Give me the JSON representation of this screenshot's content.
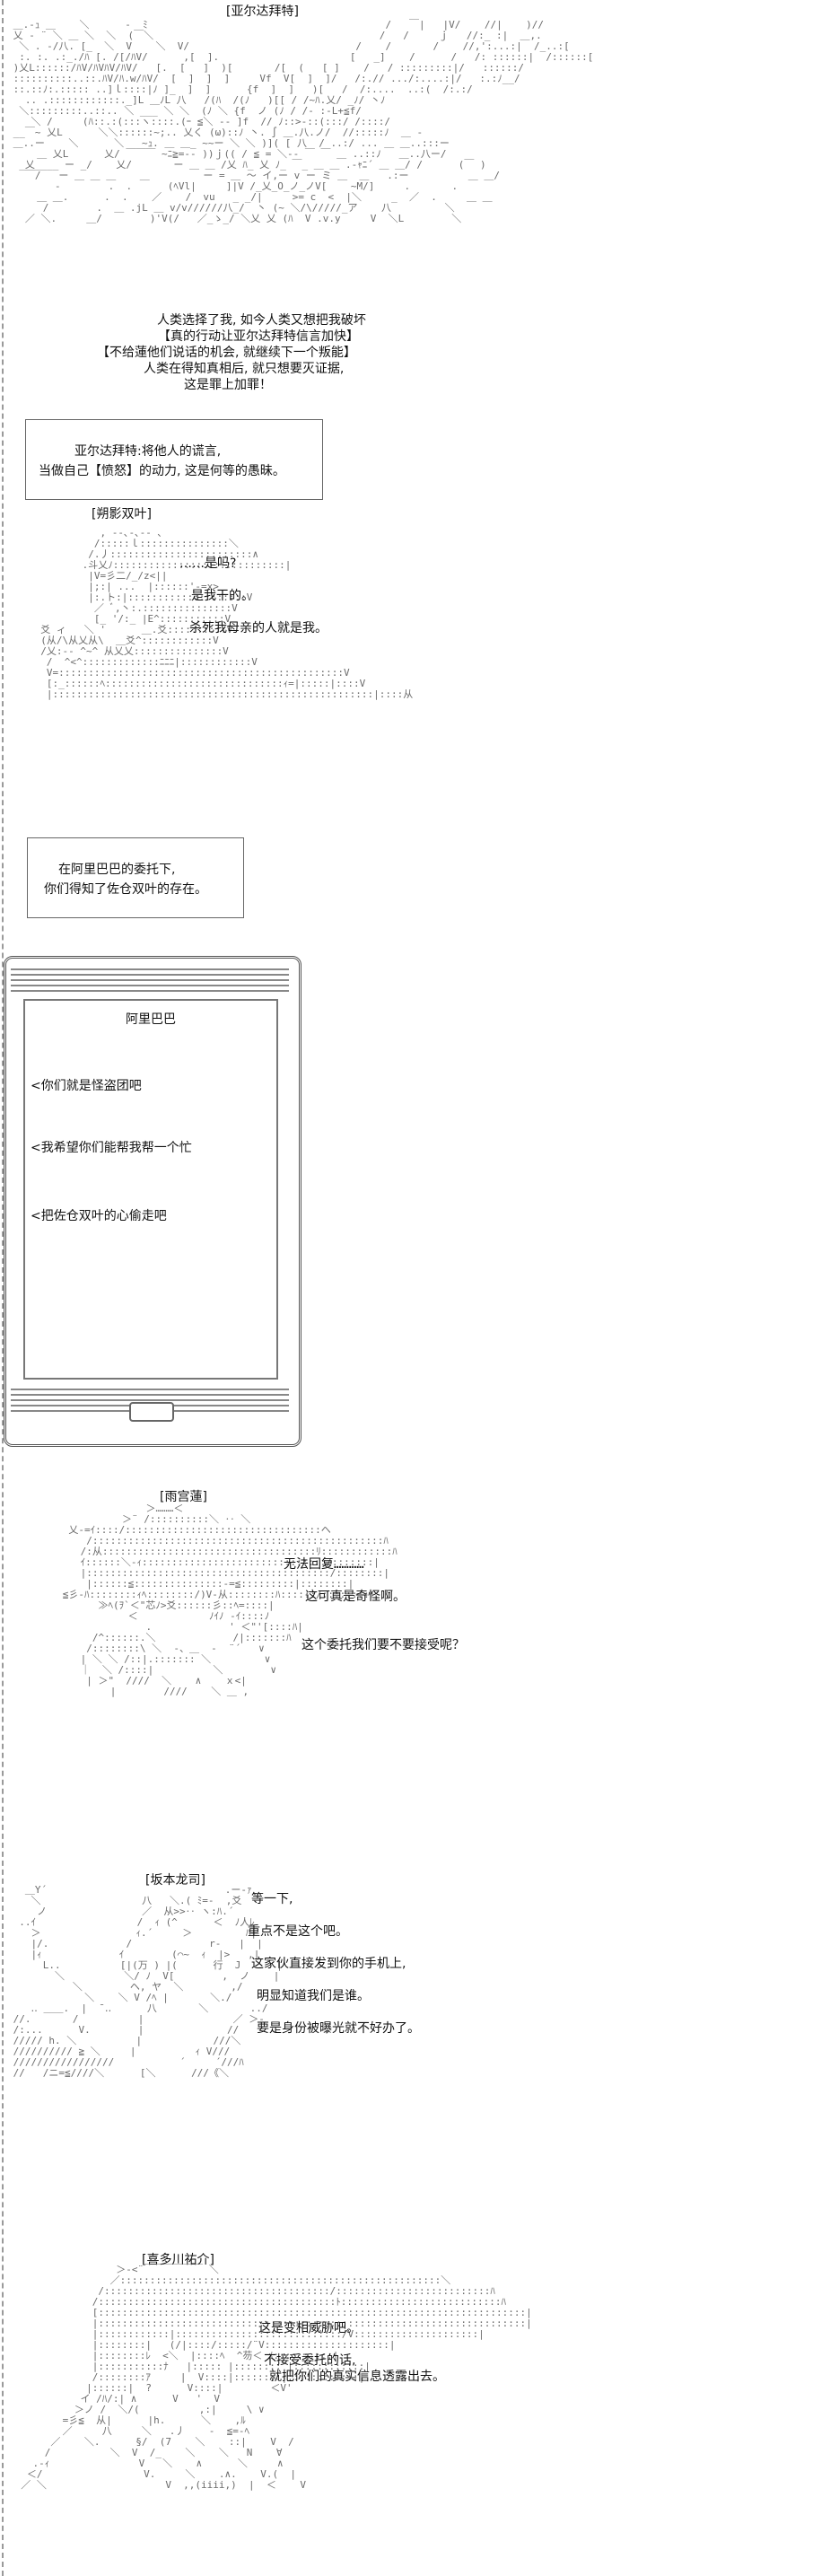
{
  "scene1": {
    "name": "[亚尔达拜特]",
    "lines": [
      "人类选择了我, 如今人类又想把我破坏",
      "【真的行动让亚尔达拜特信言加快】",
      "【不给蓮他们说话的机会, 就继续下一个叛能】",
      "人类在得知真相后, 就只想要灭证据,",
      "这是罪上加罪！"
    ]
  },
  "box1": {
    "lines": [
      "亚尔达拜特:将他人的谎言,",
      "当做自己【愤怒】的动力, 这是何等的愚昧。"
    ]
  },
  "scene2": {
    "name": "[朔影双叶]",
    "lines": [
      "……是吗?",
      "是我干的。",
      "杀死我母亲的人就是我。"
    ]
  },
  "box2": {
    "lines": [
      "在阿里巴巴的委托下,",
      "你们得知了佐仓双叶的存在。"
    ]
  },
  "phone": {
    "contact": "阿里巴巴",
    "messages": [
      "<你们就是怪盗团吧",
      "<我希望你们能帮我帮一个忙",
      "<把佐仓双叶的心偷走吧"
    ]
  },
  "scene3": {
    "name": "[雨宫蓮]",
    "lines": [
      "无法回复…………",
      "这可真是奇怪啊。",
      "这个委托我们要不要接受呢？"
    ]
  },
  "scene4": {
    "name": "[坂本龙司]",
    "lines": [
      "等一下,",
      "重点不是这个吧。",
      "这家伙直接发到你的手机上,",
      "明显知道我们是谁。",
      "要是身份被曝光就不好办了。"
    ]
  },
  "scene5": {
    "name": "[喜多川祐介]",
    "lines": [
      "这是变相威胁吧。",
      "不接受委托的话,",
      "就把你们的真实信息透露出去。"
    ]
  }
}
